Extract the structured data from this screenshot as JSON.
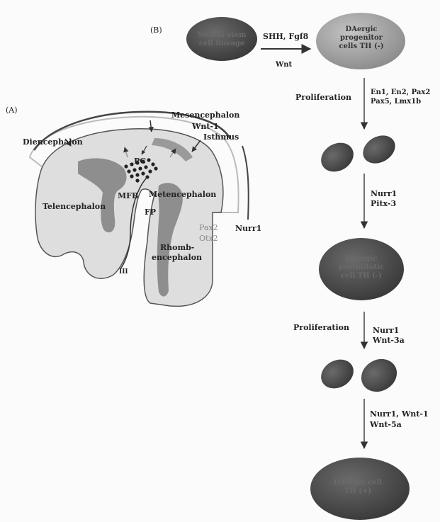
{
  "panel_a": {
    "letter": "(A)",
    "diencephalon": "Diencephalon",
    "mesencephalon": "Mesencephalon",
    "wnt1": "Wnt-1",
    "isthmus": "Isthmus",
    "pc": "PC",
    "mfb": "MFB",
    "metencephalon": "Metencephalon",
    "telencephalon": "Telencephalon",
    "fp": "FP",
    "rhomb_line1": "Rhomb-",
    "rhomb_line2": "encephalon",
    "pax2": "Pax2",
    "otx2": "Otx2",
    "nurr1": "Nurr1",
    "marker": "III"
  },
  "panel_b": {
    "letter": "(B)",
    "stem_line1": "Neural stem",
    "stem_line2": "cell lineage",
    "shh_fgf8": "SHH, Fgf8",
    "wnt": "Wnt",
    "prog_line1": "DAergic",
    "prog_line2": "progenitor",
    "prog_line3": "cells TH (-)",
    "proliferation_1": "Proliferation",
    "factors_1_line1": "En1, En2, Pax2",
    "factors_1_line2": "Pax5, Lmx1b",
    "factors_2_line1": "Nurr1",
    "factors_2_line2": "Pitx-3",
    "post_line1": "DAergic",
    "post_line2": "postmitotic",
    "post_line3": "cell TH (-)",
    "proliferation_2": "Proliferation",
    "factors_3_line1": "Nurr1",
    "factors_3_line2": "Wnt-3a",
    "factors_4_line1": "Nurr1, Wnt-1",
    "factors_4_line2": "Wnt-5a",
    "final_line1": "DAergic cell",
    "final_line2": "TH (+)"
  },
  "colors": {
    "dark_cell": "#4a4a4a",
    "progenitor": "#9a9a9a",
    "brain_fill": "#dcdcdc",
    "brain_dark": "#8e8e8e",
    "arrow": "#333333"
  }
}
